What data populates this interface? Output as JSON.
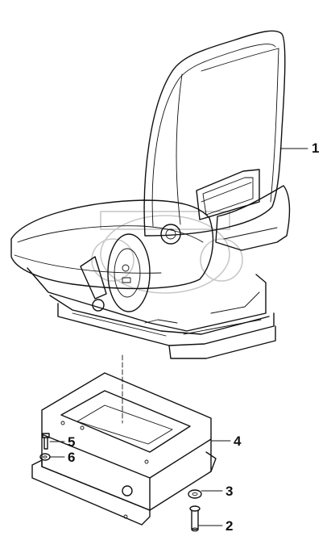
{
  "callouts": [
    {
      "label": "1",
      "part": "seat-assembly"
    },
    {
      "label": "2",
      "part": "bolt"
    },
    {
      "label": "3",
      "part": "washer"
    },
    {
      "label": "4",
      "part": "seat-base-bracket"
    },
    {
      "label": "5",
      "part": "small-bolt"
    },
    {
      "label": "6",
      "part": "small-washer"
    }
  ],
  "colors": {
    "line": "#111111",
    "watermark": "#c8c8c8",
    "background": "#ffffff"
  }
}
